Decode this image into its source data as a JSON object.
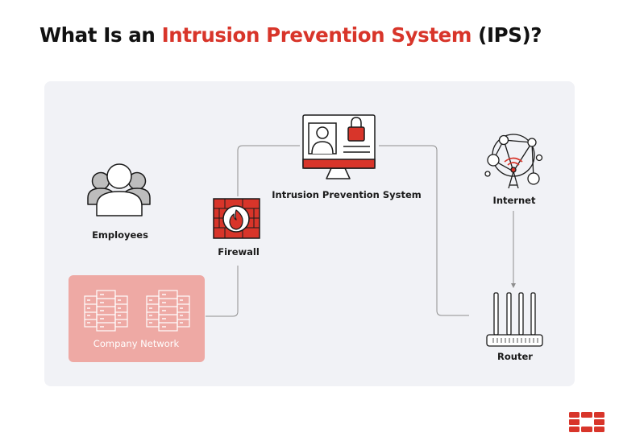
{
  "title": {
    "prefix": "What Is an ",
    "highlight": "Intrusion Prevention System",
    "suffix": " (IPS)?"
  },
  "nodes": {
    "employees": {
      "label": "Employees",
      "icon": "users-icon"
    },
    "firewall": {
      "label": "Firewall",
      "icon": "firewall-icon"
    },
    "ips": {
      "label": "Intrusion Prevention System",
      "icon": "ips-monitor-icon"
    },
    "internet": {
      "label": "Internet",
      "icon": "internet-icon"
    },
    "router": {
      "label": "Router",
      "icon": "router-icon"
    },
    "company_network": {
      "label": "Company Network",
      "icon": "server-rack-icon"
    }
  },
  "colors": {
    "accent": "#d8352a",
    "panel": "#f1f2f6",
    "company_box": "#eea9a4",
    "line": "#8e8e8e",
    "icon_gray": "#bdbdbd"
  },
  "logo": {
    "icon": "fortinet-logo"
  }
}
